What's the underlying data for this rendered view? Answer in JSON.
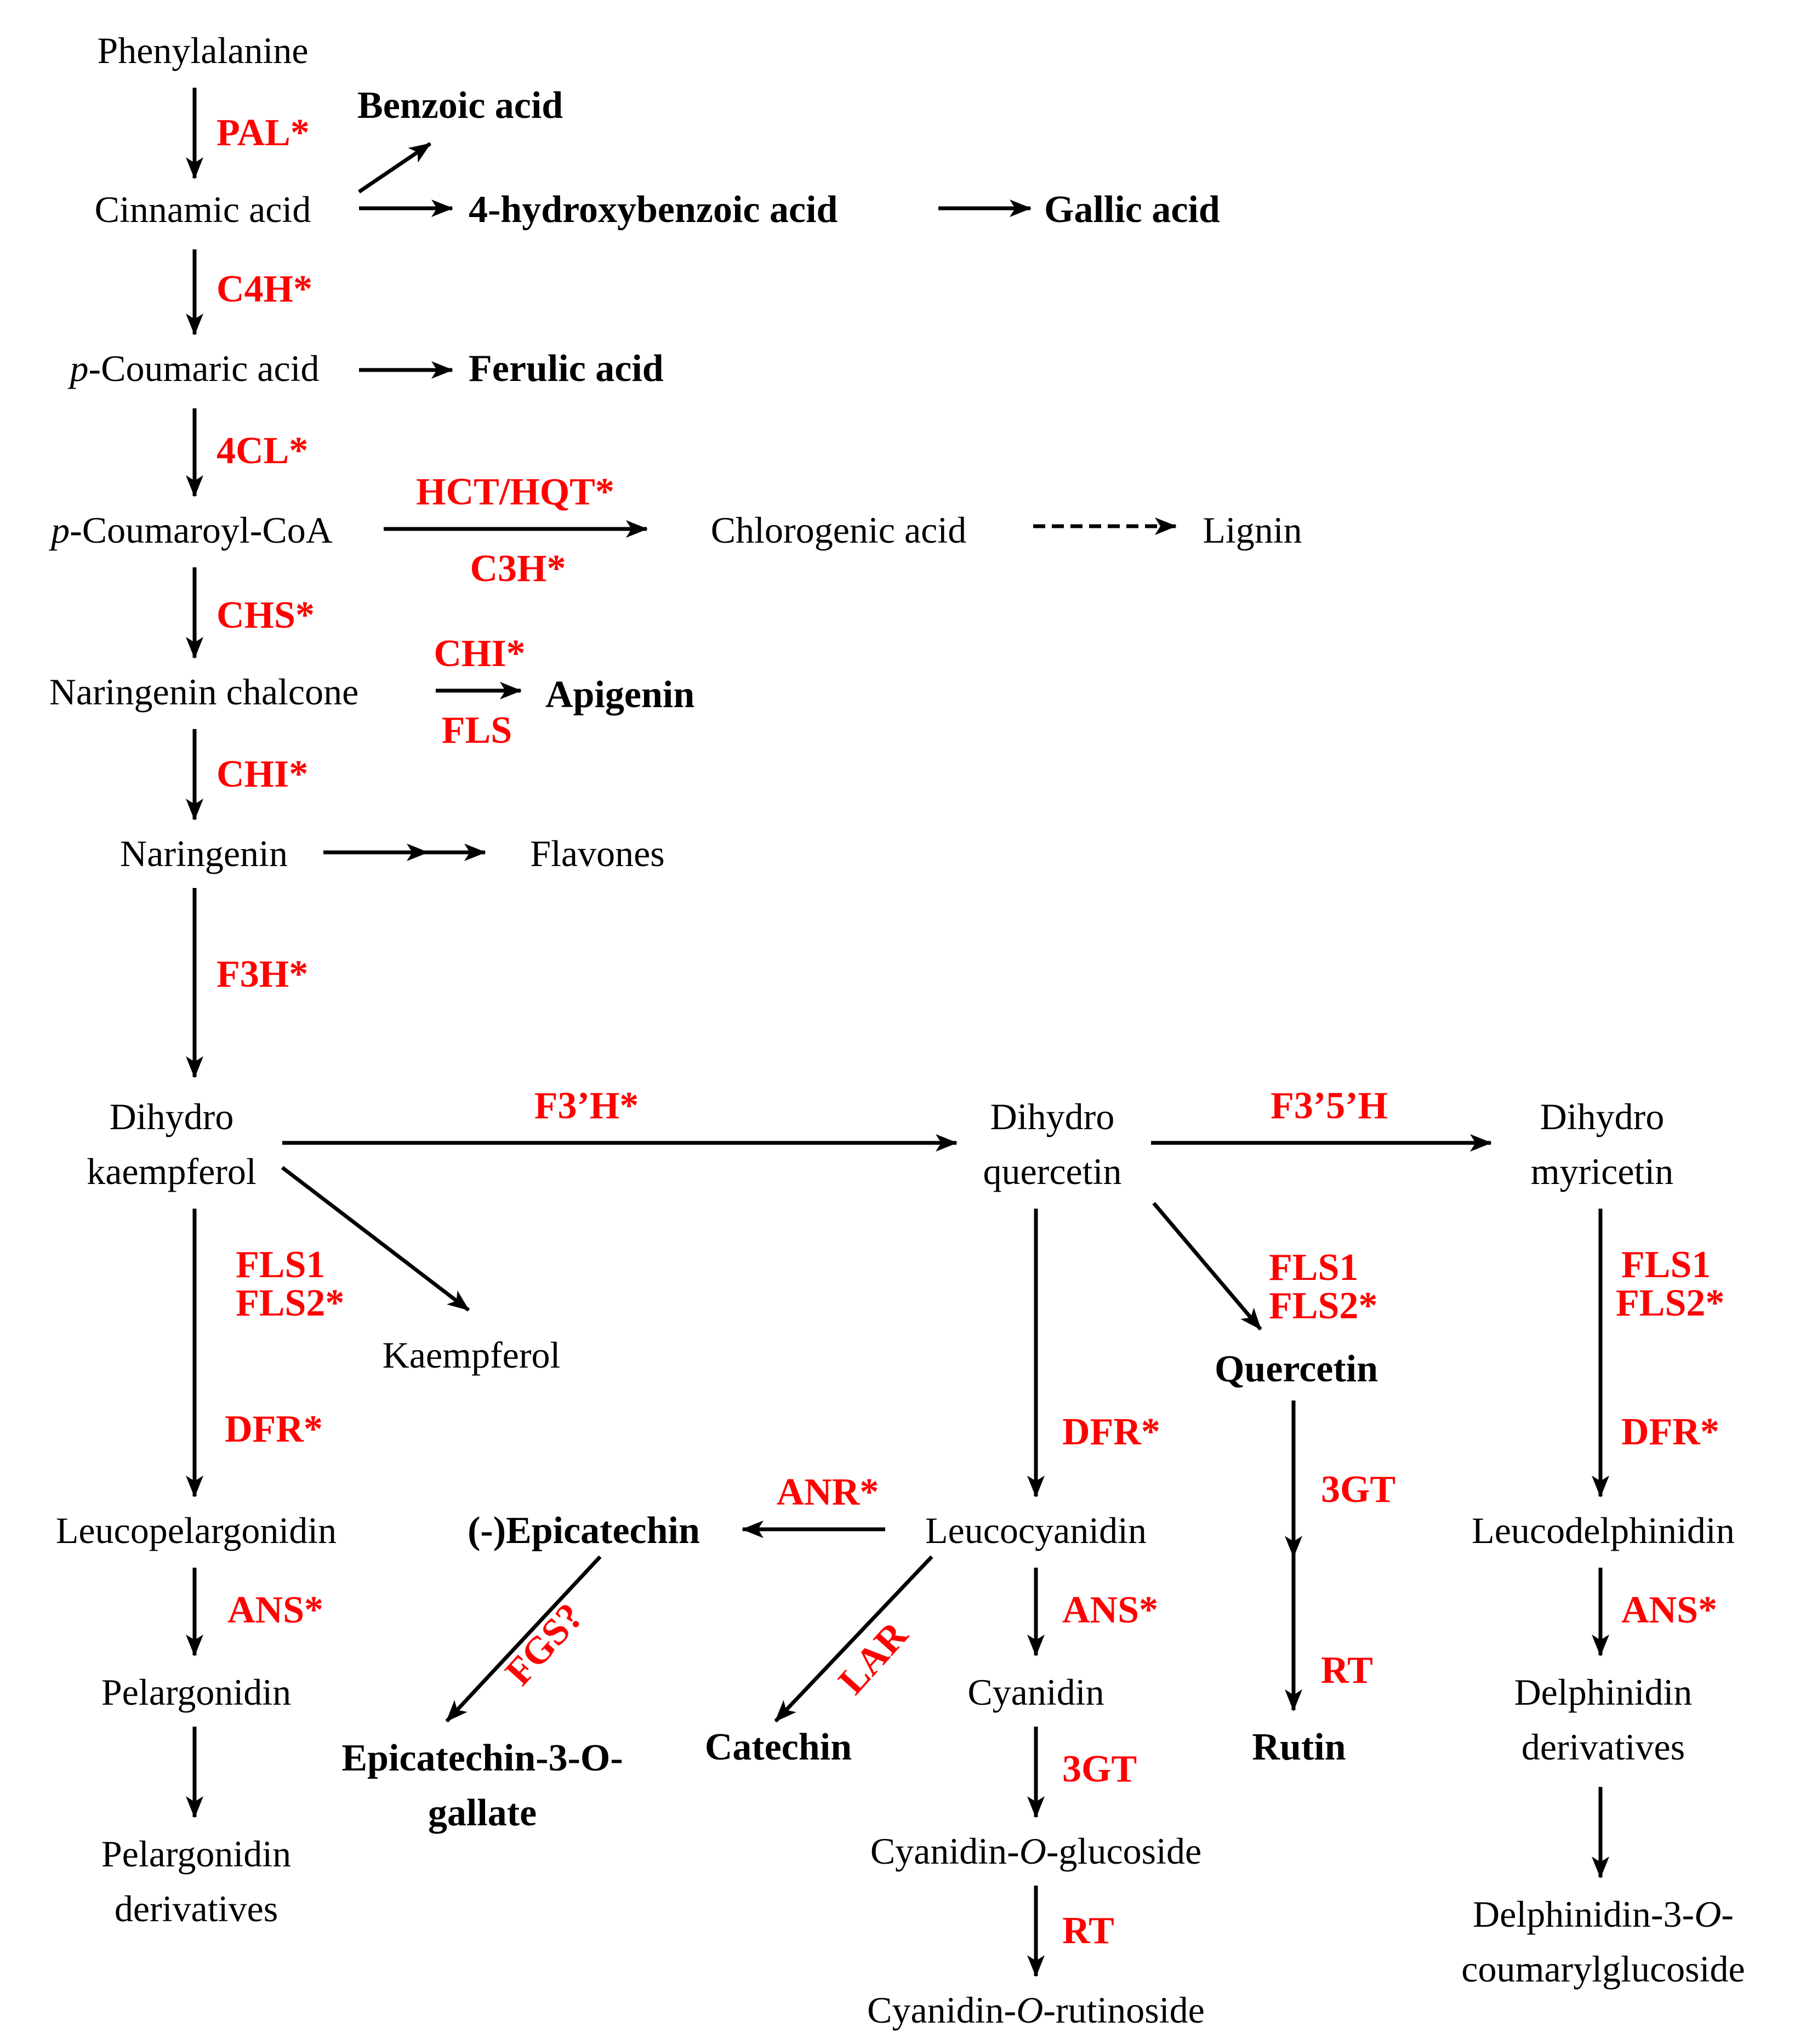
{
  "colors": {
    "compound": "#000000",
    "enzyme": "#ff0000",
    "arrow": "#000000"
  },
  "compounds": {
    "phenylalanine": "Phenylalanine",
    "cinnamic": "Cinnamic acid",
    "benzoic": "Benzoic acid",
    "hydroxybenzoic": "4-hydroxybenzoic acid",
    "gallic": "Gallic acid",
    "coumaric_prefix": "p",
    "coumaric_rest": "-Coumaric acid",
    "ferulic": "Ferulic acid",
    "coumaroyl_prefix": "p",
    "coumaroyl_rest": "-Coumaroyl-CoA",
    "chlorogenic": "Chlorogenic acid",
    "lignin": "Lignin",
    "naringenin_chalcone": "Naringenin chalcone",
    "apigenin": "Apigenin",
    "naringenin": "Naringenin",
    "flavones": "Flavones",
    "dhk_1": "Dihydro",
    "dhk_2": "kaempferol",
    "dhq_1": "Dihydro",
    "dhq_2": "quercetin",
    "dhm_1": "Dihydro",
    "dhm_2": "myricetin",
    "kaempferol": "Kaempferol",
    "quercetin": "Quercetin",
    "leucopelargonidin": "Leucopelargonidin",
    "epicatechin": "(-)Epicatechin",
    "leucocyanidin": "Leucocyanidin",
    "leucodelphinidin": "Leucodelphinidin",
    "pelargonidin": "Pelargonidin",
    "cyanidin": "Cyanidin",
    "delphinidin_der_1": "Delphinidin",
    "delphinidin_der_2": "derivatives",
    "epicatechin_gallate_1": "Epicatechin-3-O-",
    "epicatechin_gallate_2": "gallate",
    "catechin": "Catechin",
    "rutin": "Rutin",
    "pelargonidin_der_1": "Pelargonidin",
    "pelargonidin_der_2": "derivatives",
    "cyanidin_glucoside_a": "Cyanidin-",
    "cyanidin_glucoside_b": "O",
    "cyanidin_glucoside_c": "-glucoside",
    "cyanidin_rutinoside_a": "Cyanidin-",
    "cyanidin_rutinoside_b": "O",
    "cyanidin_rutinoside_c": "-rutinoside",
    "delphinidin_cg_1a": "Delphinidin-3-",
    "delphinidin_cg_1b": "O",
    "delphinidin_cg_1c": "-",
    "delphinidin_cg_2": "coumarylglucoside"
  },
  "enzymes": {
    "pal": "PAL*",
    "c4h": "C4H*",
    "cl4": "4CL*",
    "hct": "HCT/HQT*",
    "c3h": "C3H*",
    "chs": "CHS*",
    "chi_top": "CHI*",
    "fls_top": "FLS",
    "chi": "CHI*",
    "f3h": "F3H*",
    "f3ph": "F3’H*",
    "f35h": "F3’5’H",
    "fls1_a": "FLS1",
    "fls2_a": "FLS2*",
    "fls1_b": "FLS1",
    "fls2_b": "FLS2*",
    "fls1_c": "FLS1",
    "fls2_c": "FLS2*",
    "dfr_a": "DFR*",
    "dfr_b": "DFR*",
    "dfr_c": "DFR*",
    "anr": "ANR*",
    "gt3_a": "3GT",
    "ans_a": "ANS*",
    "ans_b": "ANS*",
    "ans_c": "ANS*",
    "fgs": "FGS?",
    "lar": "LAR",
    "rt_a": "RT",
    "gt3_b": "3GT",
    "rt_b": "RT"
  }
}
